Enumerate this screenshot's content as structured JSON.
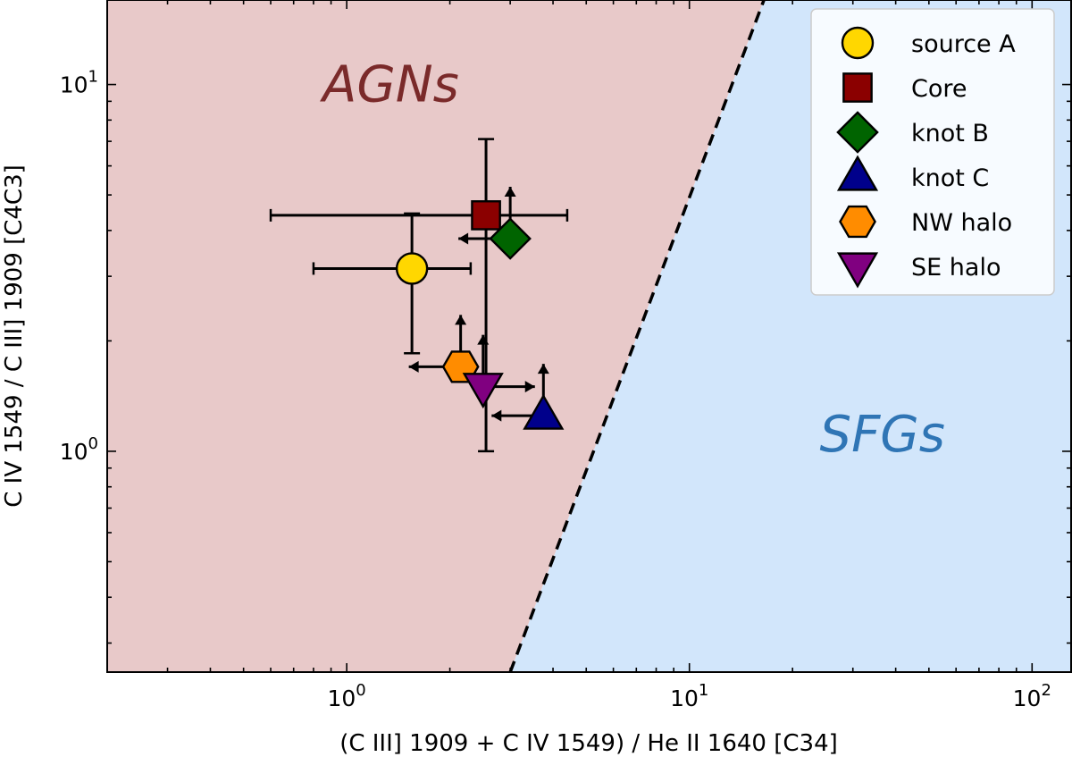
{
  "chart_data": {
    "type": "scatter",
    "xlabel": "(C III] 1909 + C IV 1549) / He II 1640 [C34]",
    "ylabel": "C IV 1549 / C III] 1909 [C4C3]",
    "xscale": "log",
    "yscale": "log",
    "xlim": [
      0.2,
      130
    ],
    "ylim": [
      0.25,
      17
    ],
    "x_ticks": [
      {
        "value": 1,
        "base": "10",
        "exp": "0"
      },
      {
        "value": 10,
        "base": "10",
        "exp": "1"
      },
      {
        "value": 100,
        "base": "10",
        "exp": "2"
      }
    ],
    "y_ticks": [
      {
        "value": 1,
        "base": "10",
        "exp": "0"
      },
      {
        "value": 10,
        "base": "10",
        "exp": "1"
      }
    ],
    "grid": false,
    "legend_position": "top-right",
    "dividing_line": {
      "style": "dashed",
      "points": [
        [
          3.0,
          0.25
        ],
        [
          16.5,
          17
        ]
      ]
    },
    "regions": [
      {
        "label": "AGNs",
        "side": "left",
        "color": "#e8c9c9",
        "text_color": "#7a2a2a",
        "label_at": [
          0.85,
          9.0
        ]
      },
      {
        "label": "SFGs",
        "side": "right",
        "color": "#d2e6fb",
        "text_color": "#2f75b5",
        "label_at": [
          24,
          1.0
        ]
      }
    ],
    "series": [
      {
        "name": "source A",
        "marker": "circle",
        "color": "#ffd700",
        "x": 1.55,
        "y": 3.15,
        "xerr": [
          0.8,
          2.3
        ],
        "yerr": [
          1.85,
          4.45
        ],
        "x_upper_limit": false,
        "y_lower_limit": false
      },
      {
        "name": "Core",
        "marker": "square",
        "color": "#8b0000",
        "x": 2.55,
        "y": 4.4,
        "xerr": [
          0.6,
          4.4
        ],
        "yerr": [
          1.0,
          7.1
        ],
        "x_upper_limit": false,
        "y_lower_limit": false
      },
      {
        "name": "knot B",
        "marker": "diamond",
        "color": "#006400",
        "x": 3.0,
        "y": 3.8,
        "x_upper_limit": true,
        "y_lower_limit": true
      },
      {
        "name": "knot C",
        "marker": "triangle-up",
        "color": "#00008b",
        "x": 3.75,
        "y": 1.25,
        "x_upper_limit": true,
        "y_lower_limit": true
      },
      {
        "name": "NW halo",
        "marker": "hexagon",
        "color": "#ff8c00",
        "x": 2.15,
        "y": 1.7,
        "x_upper_limit": true,
        "y_lower_limit": true
      },
      {
        "name": "SE halo",
        "marker": "triangle-down",
        "color": "#800080",
        "x": 2.5,
        "y": 1.5,
        "x_lower_limit": true,
        "y_lower_limit": true
      }
    ]
  }
}
